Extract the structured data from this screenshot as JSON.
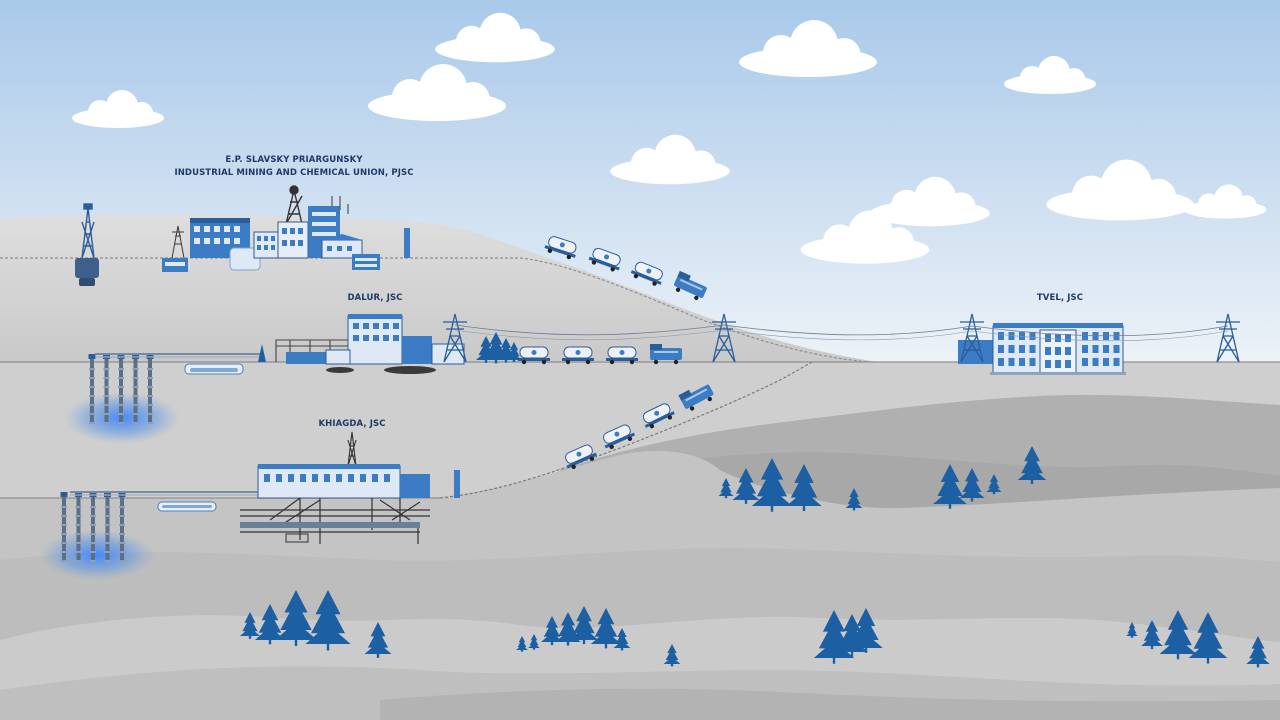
{
  "labels": {
    "priargunsky_line1": "E.P. SLAVSKY PRIARGUNSKY",
    "priargunsky_line2": "INDUSTRIAL MINING AND CHEMICAL UNION, PJSC",
    "dalur": "DALUR, JSC",
    "khiagda": "KHIAGDA, JSC",
    "tvel": "TVEL, JSC"
  },
  "colors": {
    "sky_top": "#a9c9ea",
    "sky_bottom": "#eef3f8",
    "ground_light": "#d8d8d8",
    "ground_mid": "#bdbdbd",
    "ground_dark": "#a6a6a6",
    "accent_blue": "#1d5fa3",
    "facility_blue": "#3b7cc4",
    "facility_light": "#dfe9f5",
    "wagon_white": "#eef2f7",
    "label": "#1f3a66"
  },
  "icons": [
    "cloud",
    "drilling-rig",
    "factory",
    "train",
    "power-pylon",
    "well-cluster",
    "spruce-tree",
    "leaching-zone",
    "office-building"
  ]
}
